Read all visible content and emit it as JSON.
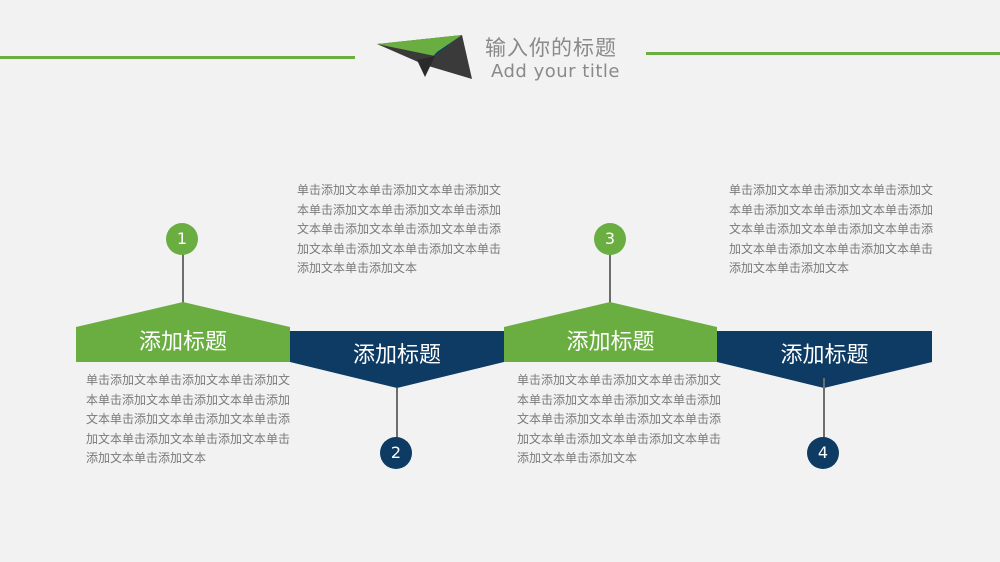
{
  "header": {
    "title_zh": "输入你的标题",
    "title_en": "Add your title"
  },
  "colors": {
    "green": "#6aae42",
    "blue": "#0d3b63",
    "text_gray": "#7a7a7a"
  },
  "steps": [
    {
      "number": "1",
      "label": "添加标题",
      "text": "单击添加文本单击添加文本单击添加文本单击添加文本单击添加文本单击添加文本单击添加文本单击添加文本单击添加文本单击添加文本单击添加文本单击添加文本单击添加文本"
    },
    {
      "number": "2",
      "label": "添加标题",
      "text": "单击添加文本单击添加文本单击添加文本单击添加文本单击添加文本单击添加文本单击添加文本单击添加文本单击添加文本单击添加文本单击添加文本单击添加文本单击添加文本"
    },
    {
      "number": "3",
      "label": "添加标题",
      "text": "单击添加文本单击添加文本单击添加文本单击添加文本单击添加文本单击添加文本单击添加文本单击添加文本单击添加文本单击添加文本单击添加文本单击添加文本单击添加文本"
    },
    {
      "number": "4",
      "label": "添加标题",
      "text": "单击添加文本单击添加文本单击添加文本单击添加文本单击添加文本单击添加文本单击添加文本单击添加文本单击添加文本单击添加文本单击添加文本单击添加文本单击添加文本"
    }
  ]
}
